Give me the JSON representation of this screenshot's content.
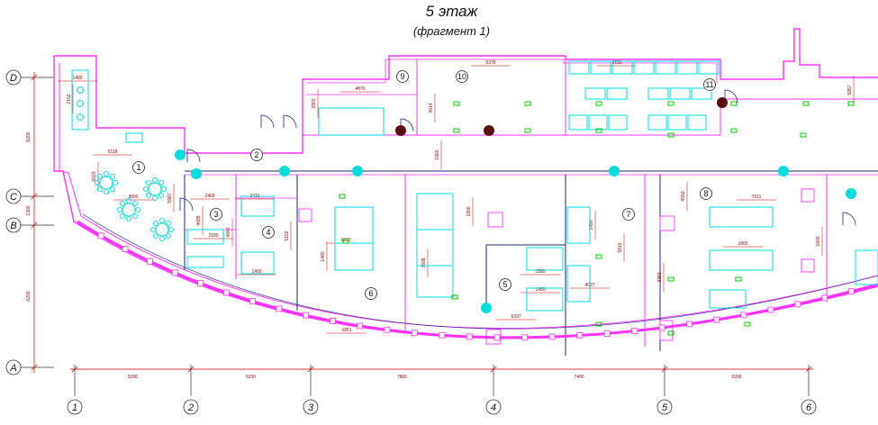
{
  "title": "5 этаж",
  "subtitle": "(фрагмент 1)",
  "axes_v": [
    "1",
    "2",
    "3",
    "4",
    "5",
    "6"
  ],
  "axes_h": [
    "D",
    "C",
    "B",
    "A"
  ],
  "dims_bottom": [
    "5200",
    "5200",
    "7800",
    "7400",
    "6200"
  ],
  "dims_left": [
    "5200",
    "1300",
    "6200"
  ],
  "rooms": [
    "1",
    "2",
    "3",
    "4",
    "5",
    "6",
    "7",
    "8",
    "9",
    "10",
    "11"
  ],
  "dims_internal": [
    "1400",
    "2152",
    "5118",
    "6023",
    "3000",
    "5987",
    "2468",
    "2431",
    "4035",
    "4842",
    "2180",
    "1400",
    "5152",
    "4870",
    "2960",
    "3014",
    "6378",
    "1960",
    "6720",
    "1800",
    "7509",
    "1480",
    "1690",
    "1490",
    "1580",
    "1480",
    "6337",
    "4037",
    "5810",
    "3363",
    "1800",
    "7611",
    "4550",
    "1800",
    "5957",
    "1851"
  ],
  "colors": {
    "walls": "#ff33ff",
    "furniture": "#00dddd",
    "dimensions": "#cc0000",
    "lamps": "#00cc00",
    "columns": "#5a1010",
    "partitions": "#2222aa"
  }
}
